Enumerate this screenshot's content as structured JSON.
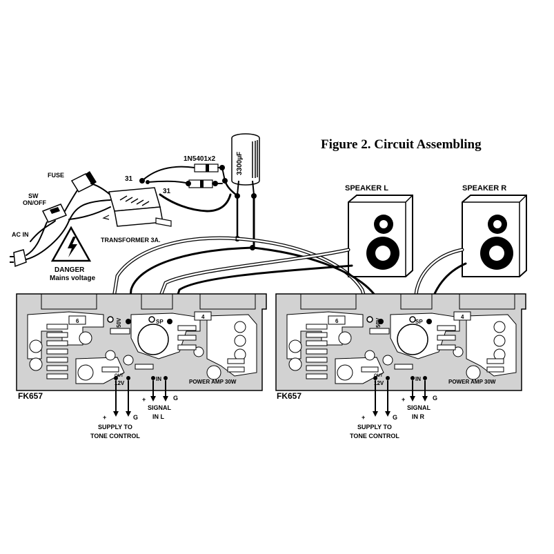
{
  "figure": {
    "title": "Figure 2. Circuit Assembling"
  },
  "power_section": {
    "fuse_label": "FUSE",
    "switch_label_line1": "SW",
    "switch_label_line2": "ON/OFF",
    "ac_in_label": "AC IN",
    "danger_line1": "DANGER",
    "danger_line2": "Mains voltage",
    "transformer_label": "TRANSFORMER 3A.",
    "tap_left": "31",
    "tap_right": "31",
    "diode_label": "1N5401x2",
    "capacitor_label": "3300µF"
  },
  "speakers": {
    "left_label": "SPEAKER L",
    "right_label": "SPEAKER R"
  },
  "boards": [
    {
      "id": "left",
      "model": "FK657",
      "title": "POWER AMP 30W",
      "pin_50v": "50V",
      "pin_sp": "SP",
      "pin_out": "OUT",
      "pin_12v": "12V",
      "pin_in": "IN",
      "supply_plus": "+",
      "supply_g": "G",
      "supply_line1": "SUPPLY TO",
      "supply_line2": "TONE CONTROL",
      "signal_plus": "+",
      "signal_g": "G",
      "signal_line1": "SIGNAL",
      "signal_line2": "IN L",
      "chip_a": "6",
      "chip_b": "4"
    },
    {
      "id": "right",
      "model": "FK657",
      "title": "POWER AMP 30W",
      "pin_50v": "50V",
      "pin_sp": "SP",
      "pin_out": "OUT",
      "pin_12v": "12V",
      "pin_in": "IN",
      "supply_plus": "+",
      "supply_g": "G",
      "supply_line1": "SUPPLY TO",
      "supply_line2": "TONE CONTROL",
      "signal_plus": "+",
      "signal_g": "G",
      "signal_line1": "SIGNAL",
      "signal_line2": "IN R",
      "chip_a": "6",
      "chip_b": "4"
    }
  ],
  "colors": {
    "line": "#000000",
    "board_fill": "#d2d2d2",
    "background": "#ffffff"
  }
}
